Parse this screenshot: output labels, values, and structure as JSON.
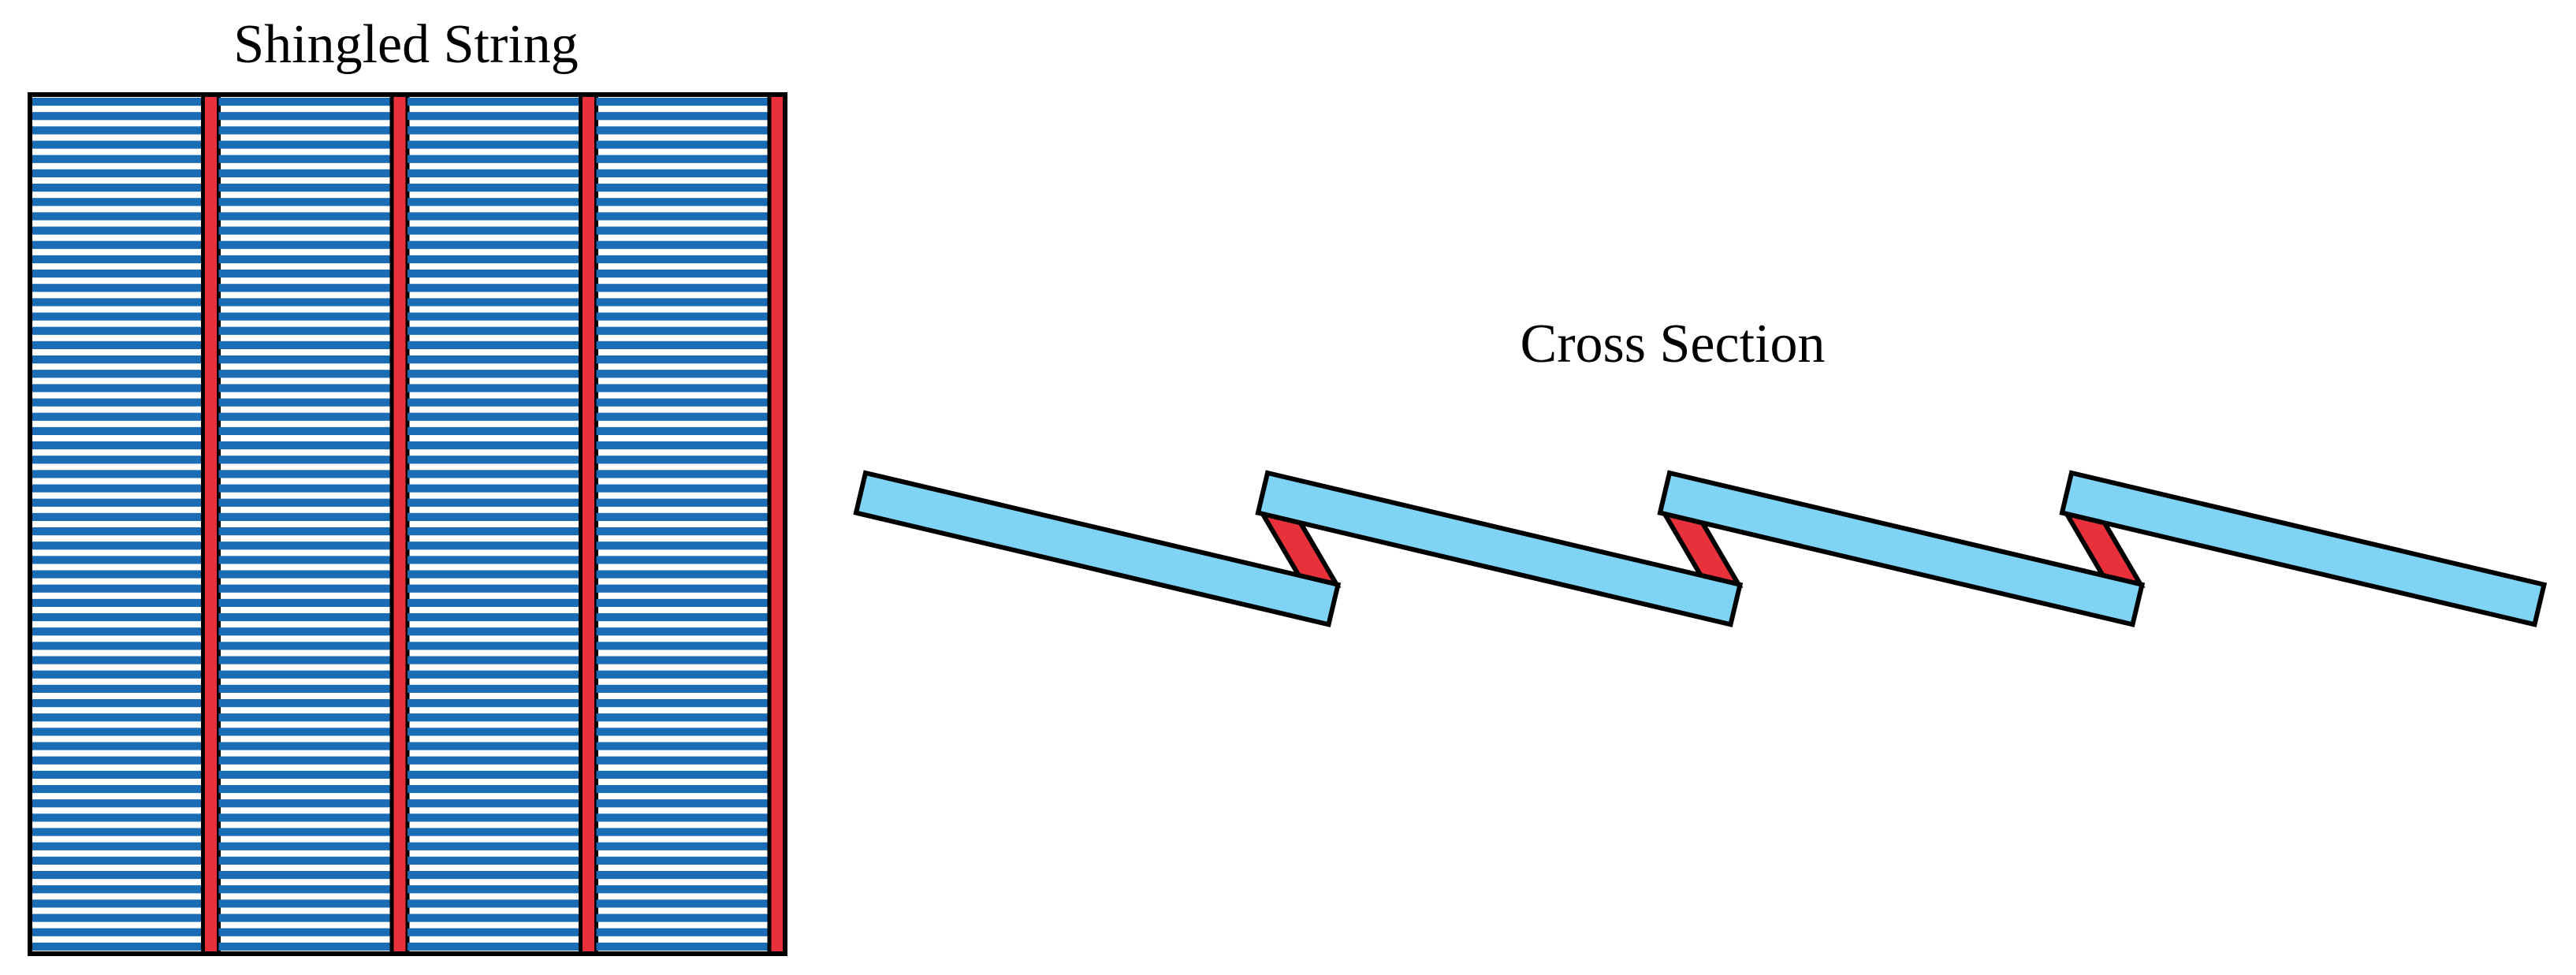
{
  "titles": {
    "left": "Shingled String",
    "right": "Cross Section"
  },
  "colors": {
    "finger_blue": "#1a6db5",
    "cell_light_blue": "#7fd3f5",
    "bond_red": "#e8313b",
    "outline": "#000000",
    "background": "#ffffff"
  },
  "shingled_string": {
    "cell_count": 4,
    "finger_lines_per_cell": 60
  },
  "cross_section": {
    "cell_count": 4,
    "bond_count": 3
  }
}
